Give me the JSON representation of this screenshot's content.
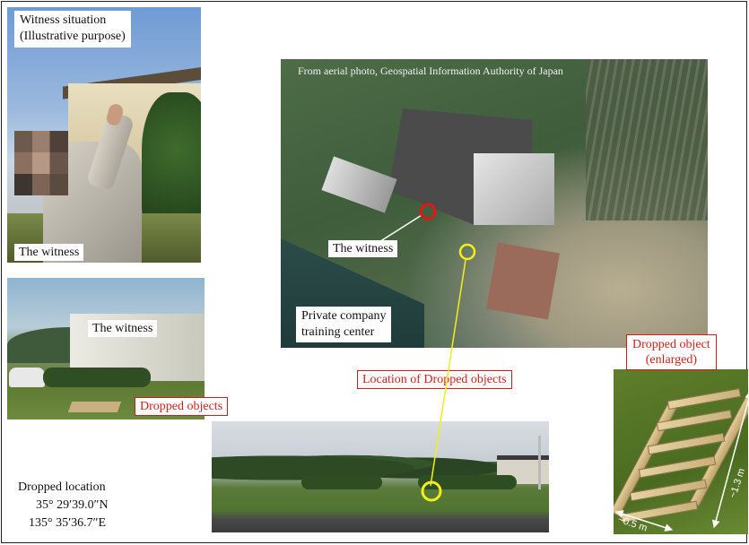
{
  "photos": {
    "witness_situation": {
      "title_line1": "Witness situation",
      "title_line2": "(Illustrative purpose)",
      "person_label": "The witness"
    },
    "witness_site": {
      "person_label": "The witness",
      "objects_label": "Dropped objects"
    },
    "aerial": {
      "credit": "From aerial photo, Geospatial Information Authority of Japan",
      "witness_label": "The witness",
      "facility_line1": "Private company",
      "facility_line2": "training center"
    },
    "object_closeup": {
      "title_line1": "Dropped object",
      "title_line2": "(enlarged)",
      "dim_length": "~1.3 m",
      "dim_width": "~0.5 m"
    }
  },
  "location_label": "Location of Dropped objects",
  "coordinates": {
    "heading": "Dropped location",
    "lat": "35° 29′39.0″N",
    "lon": "135° 35′36.7″E"
  },
  "colors": {
    "witness_marker": "#e01818",
    "drop_marker": "#f2ee1a",
    "label_red": "#d0201a"
  }
}
